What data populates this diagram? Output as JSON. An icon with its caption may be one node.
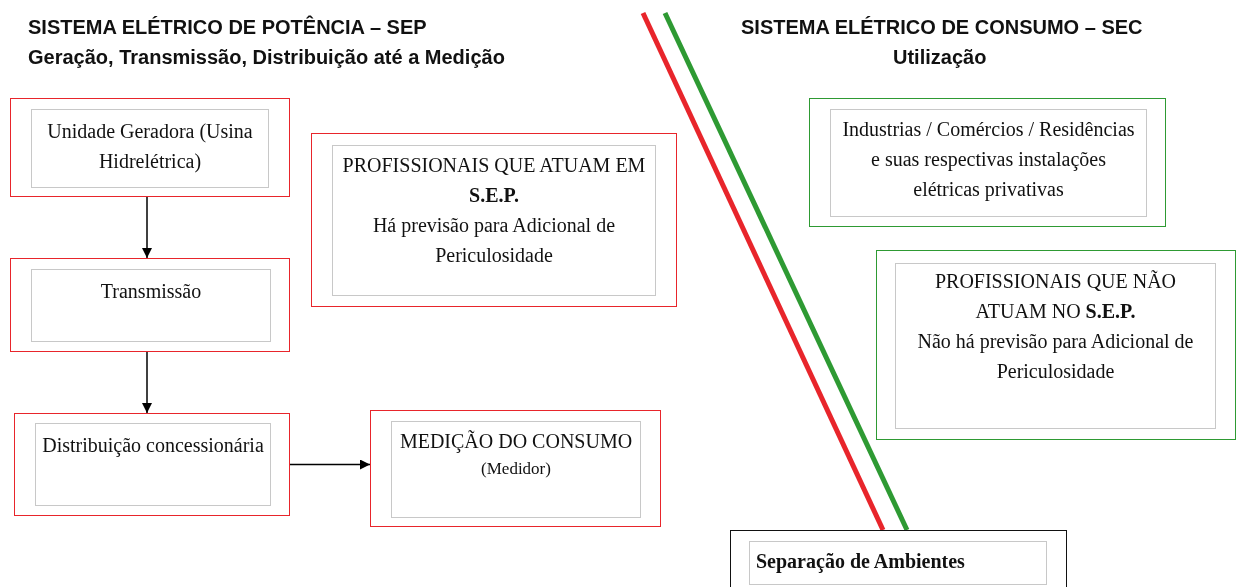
{
  "diagram": {
    "nodes": [
      {
        "text": [
          "Unidade Geradora (Usina Hidrelétrica)"
        ]
      },
      {
        "text": [
          "Transmissão"
        ]
      },
      {
        "text": [
          "Distribuição concessionária"
        ]
      },
      {
        "text": [
          "MEDIÇÃO DO CONSUMO",
          "(Medidor)"
        ]
      },
      {
        "text": [
          "PROFISSIONAIS QUE ATUAM EM **S.E.P.**",
          "Há previsão para Adicional de Periculosidade"
        ]
      },
      {
        "text": [
          "Industrias / Comércios / Residências e suas respectivas instalações elétricas privativas"
        ]
      },
      {
        "text": [
          "PROFISSIONAIS QUE NÃO ATUAM NO **S.E.P.**",
          "Não há previsão para Adicional de Periculosidade"
        ]
      },
      {
        "text": [
          "Separação de Ambientes"
        ]
      }
    ],
    "edges": [
      {
        "from": 0,
        "to": 1,
        "arrow": "to"
      },
      {
        "from": 1,
        "to": 2,
        "arrow": "to"
      },
      {
        "from": 2,
        "to": 3,
        "arrow": "to"
      }
    ],
    "labels": [
      "SISTEMA ELÉTRICO DE POTÊNCIA – SEP",
      "Geração, Transmissão, Distribuição até a Medição",
      "SISTEMA ELÉTRICO DE CONSUMO – SEC",
      "Utilização"
    ]
  }
}
